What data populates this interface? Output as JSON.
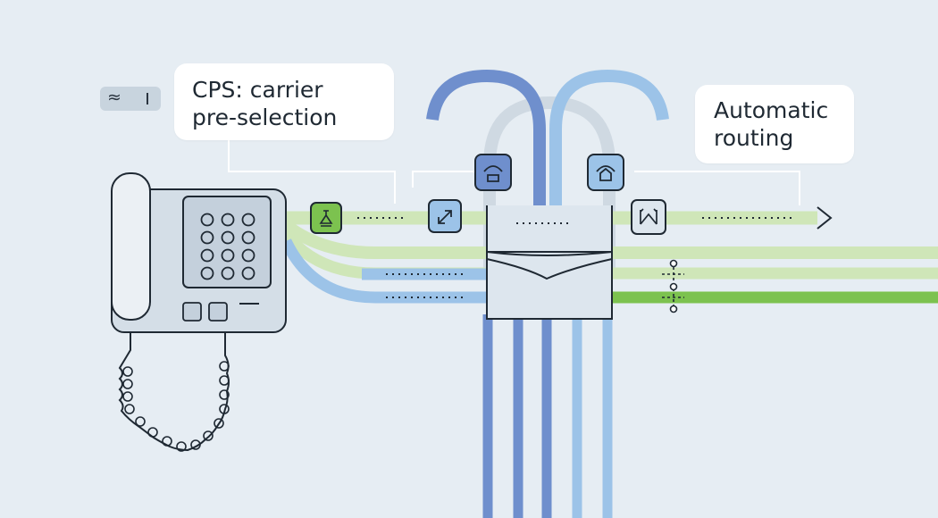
{
  "callouts": {
    "cps": {
      "line1": "CPS: carrier",
      "line2": "pre-selection"
    },
    "automatic": {
      "line1": "Automatic",
      "line2": "routing"
    }
  },
  "icons": {
    "wave_badge": "wave-icon",
    "node_start": "flask-icon",
    "node_arrow": "diagonal-arrow-icon",
    "node_phone_a": "telephone-icon",
    "node_phone_b": "home-phone-icon",
    "node_route": "routing-icon"
  },
  "colors": {
    "background": "#e6edf3",
    "green": "#7cc24f",
    "light_green": "#cfe6b8",
    "blue": "#6f8fcd",
    "light_blue": "#9cc3e8",
    "outline": "#1f2933"
  }
}
